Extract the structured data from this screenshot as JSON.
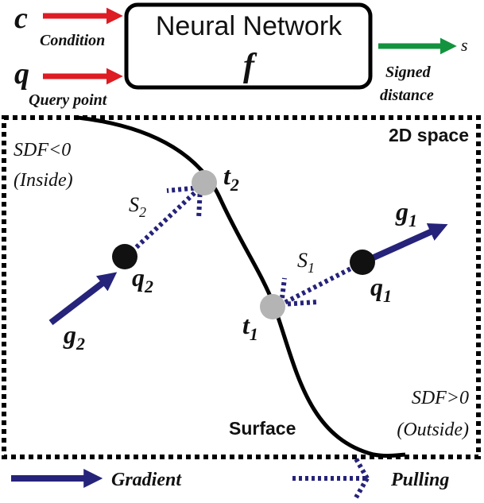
{
  "header": {
    "c_symbol": "c",
    "c_label": "Condition",
    "q_symbol": "q",
    "q_label": "Query point",
    "network_title": "Neural Network",
    "network_fn": "f",
    "output_symbol": "s",
    "output_label_line1": "Signed",
    "output_label_line2": "distance"
  },
  "space": {
    "title": "2D space",
    "inside_line1": "SDF<0",
    "inside_line2": "(Inside)",
    "outside_line1": "SDF>0",
    "outside_line2": "(Outside)",
    "surface_label": "Surface"
  },
  "points": {
    "t2": {
      "base": "t",
      "sub": "2"
    },
    "t1": {
      "base": "t",
      "sub": "1"
    },
    "q1": {
      "base": "q",
      "sub": "1"
    },
    "q2": {
      "base": "q",
      "sub": "2"
    },
    "g1": {
      "base": "g",
      "sub": "1"
    },
    "g2": {
      "base": "g",
      "sub": "2"
    },
    "s1": {
      "base": "S",
      "sub": "1"
    },
    "s2": {
      "base": "S",
      "sub": "2"
    }
  },
  "legend": {
    "gradient": "Gradient",
    "pulling": "Pulling"
  },
  "colors": {
    "condition_arrow": "#dd1c24",
    "output_arrow": "#13933e",
    "gradient_arrow": "#25237a",
    "surface_point": "#b4b4b4",
    "query_point": "#111111"
  }
}
